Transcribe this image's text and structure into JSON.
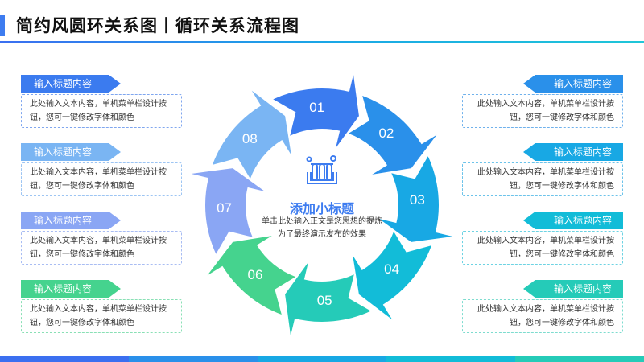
{
  "header": {
    "title": "简约风圆环关系图丨循环关系流程图"
  },
  "center": {
    "icon": "test-tubes-icon",
    "title": "添加小标题",
    "body": "单击此处输入正文是您思想的提炼为了最终演示发布的效果"
  },
  "steps": [
    {
      "num": "01",
      "color": "#3b7bef"
    },
    {
      "num": "02",
      "color": "#2a90ea"
    },
    {
      "num": "03",
      "color": "#18a8e4"
    },
    {
      "num": "04",
      "color": "#12bcd8"
    },
    {
      "num": "05",
      "color": "#25cbb8"
    },
    {
      "num": "06",
      "color": "#45d38e"
    },
    {
      "num": "07",
      "color": "#8aa6f4"
    },
    {
      "num": "08",
      "color": "#7ab5f3"
    }
  ],
  "left_cards": [
    {
      "title": "输入标题内容",
      "text": "此处输入文本内容，单机菜单栏设计按钮，您可一键修改字体和颜色",
      "color": "#3b7bef",
      "border": "#7fa6ef"
    },
    {
      "title": "输入标题内容",
      "text": "此处输入文本内容，单机菜单栏设计按钮，您可一键修改字体和颜色",
      "color": "#7ab5f3",
      "border": "#9dc5f3"
    },
    {
      "title": "输入标题内容",
      "text": "此处输入文本内容，单机菜单栏设计按钮，您可一键修改字体和颜色",
      "color": "#8aa6f4",
      "border": "#a9bdf3"
    },
    {
      "title": "输入标题内容",
      "text": "此处输入文本内容，单机菜单栏设计按钮，您可一键修改字体和颜色",
      "color": "#45d38e",
      "border": "#89e0b5"
    }
  ],
  "right_cards": [
    {
      "title": "输入标题内容",
      "text": "此处输入文本内容，单机菜单栏设计按钮，您可一键修改字体和颜色",
      "color": "#2a90ea",
      "border": "#6fb1ec"
    },
    {
      "title": "输入标题内容",
      "text": "此处输入文本内容，单机菜单栏设计按钮，您可一键修改字体和颜色",
      "color": "#18a8e4",
      "border": "#6cc3ea"
    },
    {
      "title": "输入标题内容",
      "text": "此处输入文本内容，单机菜单栏设计按钮，您可一键修改字体和颜色",
      "color": "#12bcd8",
      "border": "#6dd3e3"
    },
    {
      "title": "输入标题内容",
      "text": "此处输入文本内容，单机菜单栏设计按钮，您可一键修改字体和颜色",
      "color": "#25cbb8",
      "border": "#7ddccf"
    }
  ],
  "bottom_bar_colors": [
    "#3b6ff0",
    "#2a90ea",
    "#18a8e4",
    "#12bcd8",
    "#25cbb8"
  ]
}
